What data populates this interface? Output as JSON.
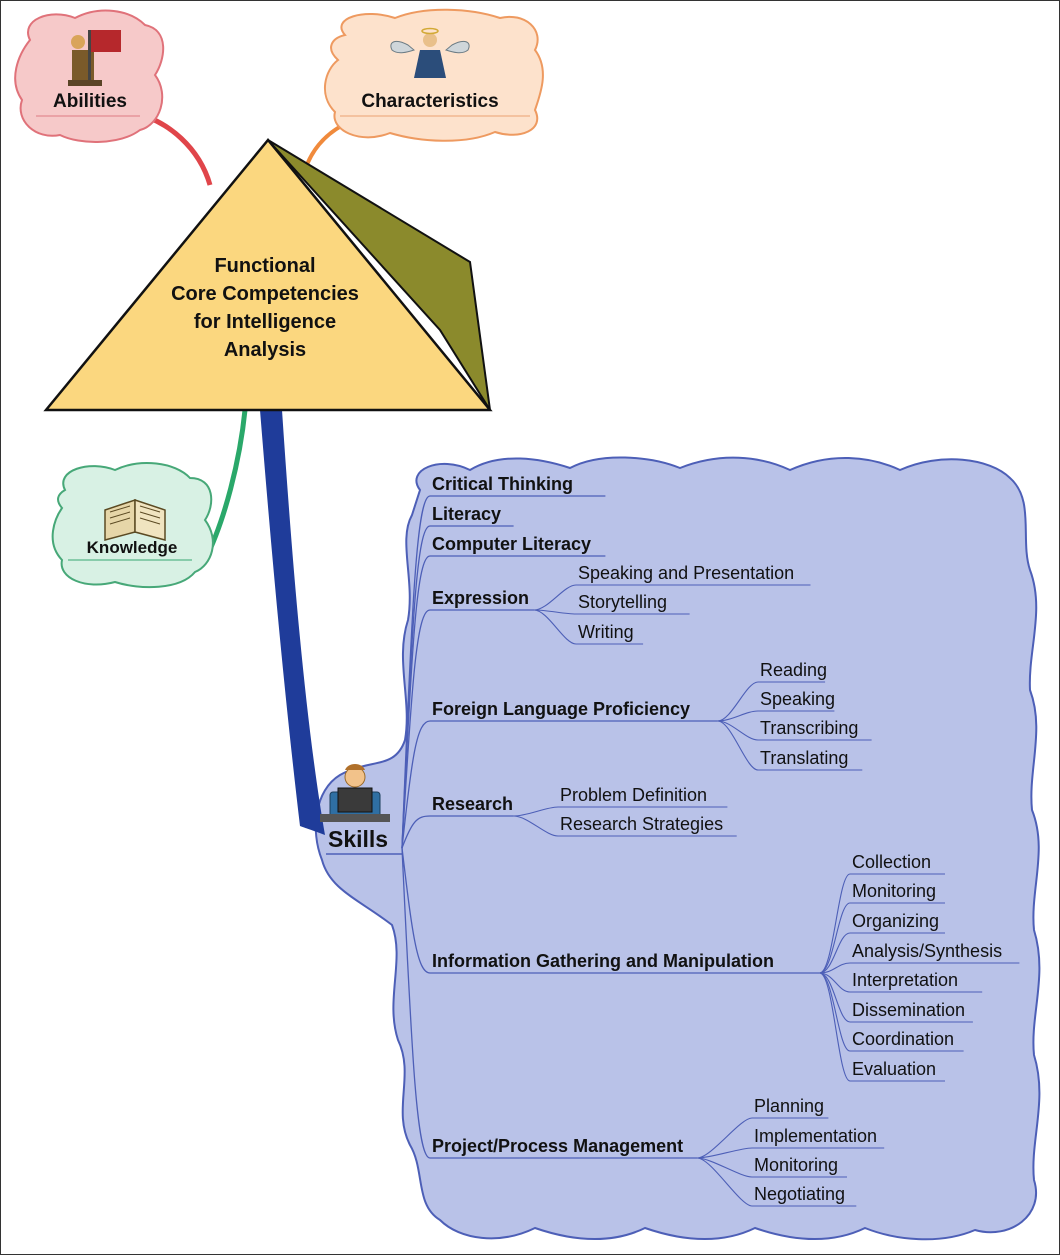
{
  "center": {
    "lines": [
      "Functional",
      "Core Competencies",
      "for Intelligence",
      "Analysis"
    ]
  },
  "abilities": {
    "label": "Abilities"
  },
  "characteristics": {
    "label": "Characteristics"
  },
  "knowledge": {
    "label": "Knowledge"
  },
  "skills": {
    "label": "Skills",
    "branches": [
      {
        "label": "Critical Thinking",
        "children": []
      },
      {
        "label": "Literacy",
        "children": []
      },
      {
        "label": "Computer Literacy",
        "children": []
      },
      {
        "label": "Expression",
        "children": [
          "Speaking and Presentation",
          "Storytelling",
          "Writing"
        ]
      },
      {
        "label": "Foreign Language Proficiency",
        "children": [
          "Reading",
          "Speaking",
          "Transcribing",
          "Translating"
        ]
      },
      {
        "label": "Research",
        "children": [
          "Problem Definition",
          "Research Strategies"
        ]
      },
      {
        "label": "Information Gathering and Manipulation",
        "children": [
          "Collection",
          "Monitoring",
          "Organizing",
          "Analysis/Synthesis",
          "Interpretation",
          "Dissemination",
          "Coordination",
          "Evaluation"
        ]
      },
      {
        "label": "Project/Process Management",
        "children": [
          "Planning",
          "Implementation",
          "Monitoring",
          "Negotiating"
        ]
      }
    ]
  },
  "colors": {
    "abilities_fill": "#f6c9c9",
    "abilities_stroke": "#e0727a",
    "characteristics_fill": "#fde2cc",
    "characteristics_stroke": "#ee9a60",
    "knowledge_fill": "#d8f1e4",
    "knowledge_stroke": "#47a878",
    "skills_fill": "#b9c2e8",
    "skills_stroke": "#4d5fb7",
    "pyramid_front": "#fbd77f",
    "pyramid_side": "#8b8a2c",
    "line_red": "#e0454a",
    "line_orange": "#f08a3c",
    "line_green": "#2aa86a",
    "line_blue": "#1f3c9a"
  }
}
